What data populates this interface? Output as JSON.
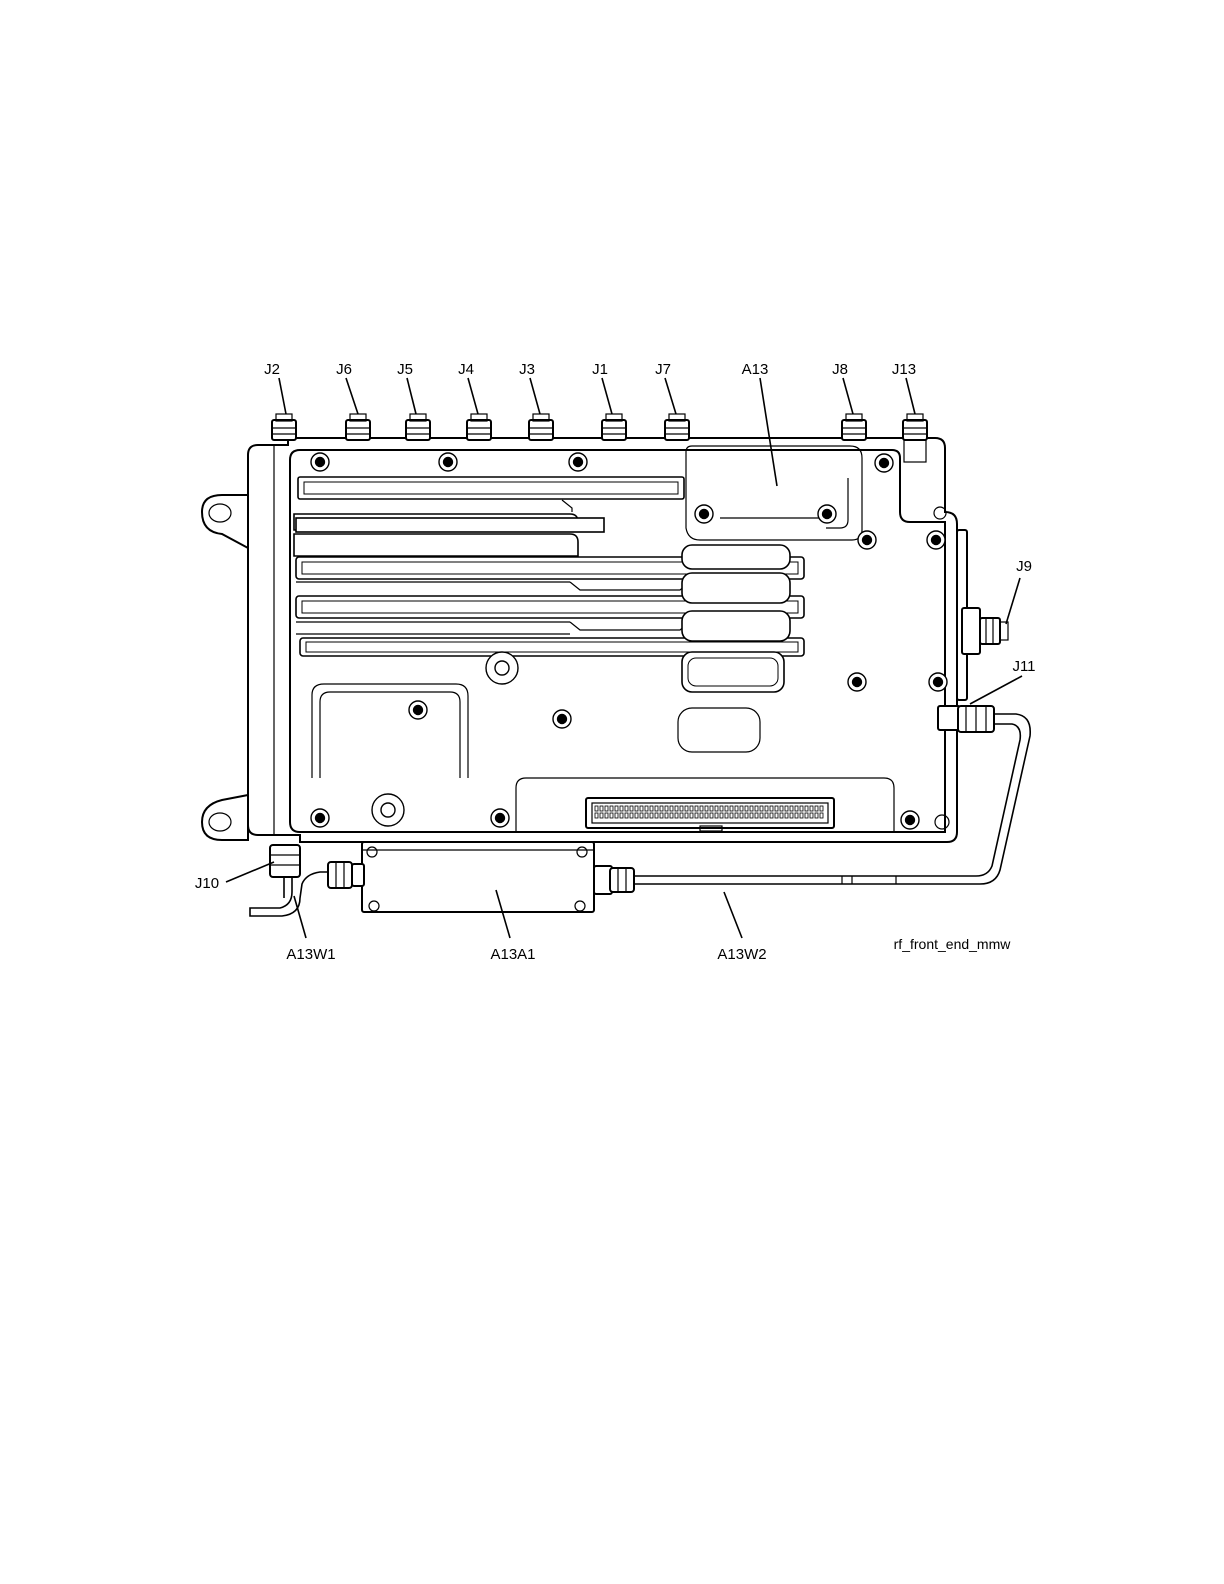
{
  "diagram": {
    "labels": {
      "j2": "J2",
      "j6": "J6",
      "j5": "J5",
      "j4": "J4",
      "j3": "J3",
      "j1": "J1",
      "j7": "J7",
      "a13": "A13",
      "j8": "J8",
      "j13": "J13",
      "j9": "J9",
      "j11": "J11",
      "j10": "J10",
      "a13w1": "A13W1",
      "a13a1": "A13A1",
      "a13w2": "A13W2"
    },
    "figure_id": "rf_front_end_mmw"
  }
}
